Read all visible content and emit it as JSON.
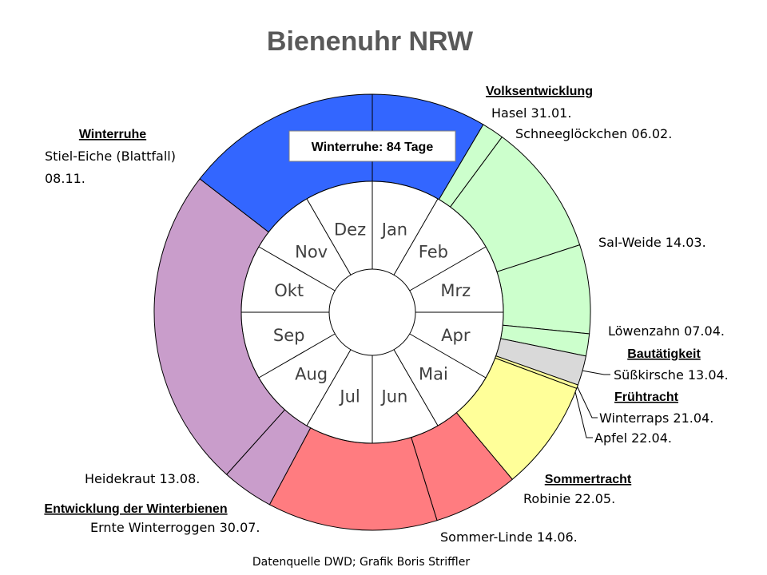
{
  "chart_data": {
    "type": "pie",
    "title": "Bienenuhr NRW",
    "source": "Datenquelle DWD; Grafik Boris Striffler",
    "badge": "Winterruhe:  84 Tage",
    "months": [
      "Jan",
      "Feb",
      "Mrz",
      "Apr",
      "Mai",
      "Jun",
      "Jul",
      "Aug",
      "Sep",
      "Okt",
      "Nov",
      "Dez"
    ],
    "phases": [
      {
        "name": "Winterruhe",
        "color": "#3366FF"
      },
      {
        "name": "Volksentwicklung",
        "color": "#CCFFCC"
      },
      {
        "name": "Bautätigkeit",
        "color": "#D9D9D9"
      },
      {
        "name": "Frühtracht",
        "color": "#FFFF99"
      },
      {
        "name": "Sommertracht",
        "color": "#FF7C80"
      },
      {
        "name": "Entwicklung der Winterbienen",
        "color": "#C99DCB"
      }
    ],
    "events": [
      {
        "text": "Hasel 31.01.",
        "day": 31
      },
      {
        "text": "Schneeglöckchen 06.02.",
        "day": 37
      },
      {
        "text": "Sal-Weide 14.03.",
        "day": 73
      },
      {
        "text": "Löwenzahn 07.04.",
        "day": 97
      },
      {
        "text": "Süßkirsche 13.04.",
        "day": 103
      },
      {
        "text": "Winterraps 21.04.",
        "day": 111
      },
      {
        "text": "Apfel 22.04.",
        "day": 112
      },
      {
        "text": "Robinie 22.05.",
        "day": 142
      },
      {
        "text": "Sommer-Linde 14.06.",
        "day": 165
      },
      {
        "text": "Ernte Winterroggen 30.07.",
        "day": 211
      },
      {
        "text": "Heidekraut 13.08.",
        "day": 225
      },
      {
        "text": "Stiel-Eiche (Blattfall) 08.11.",
        "day": 312
      }
    ],
    "segments": [
      {
        "start": 0,
        "end": 31,
        "phase": "Winterruhe"
      },
      {
        "start": 31,
        "end": 37,
        "phase": "Volksentwicklung"
      },
      {
        "start": 37,
        "end": 73,
        "phase": "Volksentwicklung"
      },
      {
        "start": 73,
        "end": 97,
        "phase": "Volksentwicklung"
      },
      {
        "start": 97,
        "end": 103,
        "phase": "Volksentwicklung"
      },
      {
        "start": 103,
        "end": 111,
        "phase": "Bautätigkeit"
      },
      {
        "start": 111,
        "end": 112,
        "phase": "Frühtracht"
      },
      {
        "start": 112,
        "end": 142,
        "phase": "Frühtracht"
      },
      {
        "start": 142,
        "end": 165,
        "phase": "Sommertracht"
      },
      {
        "start": 165,
        "end": 211,
        "phase": "Sommertracht"
      },
      {
        "start": 211,
        "end": 225,
        "phase": "Entwicklung der Winterbienen"
      },
      {
        "start": 225,
        "end": 312,
        "phase": "Entwicklung der Winterbienen"
      },
      {
        "start": 312,
        "end": 365,
        "phase": "Winterruhe"
      }
    ],
    "winterruhe_days": 84,
    "days_in_year": 365
  }
}
